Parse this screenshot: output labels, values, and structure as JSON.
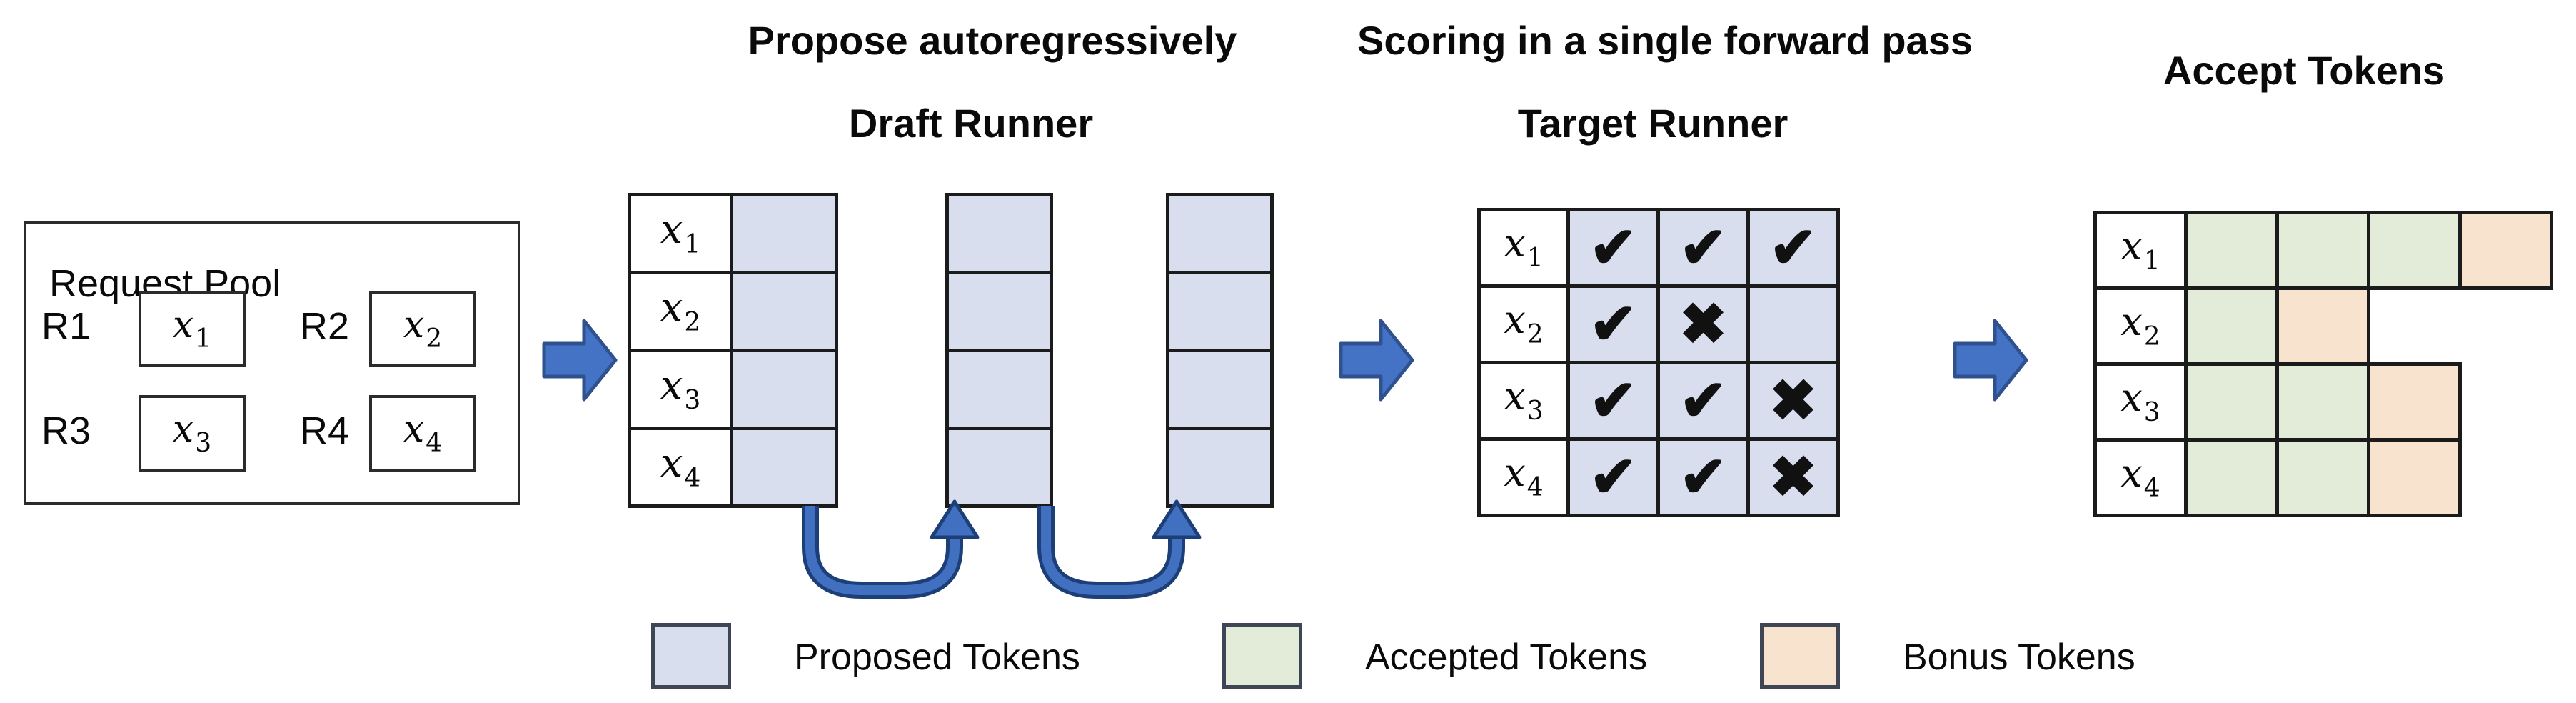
{
  "titles": {
    "propose": "Propose autoregressively",
    "draft_runner": "Draft Runner",
    "scoring": "Scoring in a single forward pass",
    "target_runner": "Target Runner",
    "accept": "Accept Tokens"
  },
  "request_pool": {
    "title": "Request Pool",
    "requests": [
      {
        "id": "R1",
        "token": {
          "base": "x",
          "sub": "1"
        }
      },
      {
        "id": "R2",
        "token": {
          "base": "x",
          "sub": "2"
        }
      },
      {
        "id": "R3",
        "token": {
          "base": "x",
          "sub": "3"
        }
      },
      {
        "id": "R4",
        "token": {
          "base": "x",
          "sub": "4"
        }
      }
    ]
  },
  "draft": {
    "row_tokens": [
      {
        "base": "x",
        "sub": "1"
      },
      {
        "base": "x",
        "sub": "2"
      },
      {
        "base": "x",
        "sub": "3"
      },
      {
        "base": "x",
        "sub": "4"
      }
    ],
    "proposed_columns_per_step": 1,
    "autoregressive_steps": 3
  },
  "target": {
    "row_tokens": [
      {
        "base": "x",
        "sub": "1"
      },
      {
        "base": "x",
        "sub": "2"
      },
      {
        "base": "x",
        "sub": "3"
      },
      {
        "base": "x",
        "sub": "4"
      }
    ],
    "marks": [
      [
        "check",
        "check",
        "check"
      ],
      [
        "check",
        "cross",
        "blank"
      ],
      [
        "check",
        "check",
        "cross"
      ],
      [
        "check",
        "check",
        "cross"
      ]
    ]
  },
  "accept": {
    "row_tokens": [
      {
        "base": "x",
        "sub": "1"
      },
      {
        "base": "x",
        "sub": "2"
      },
      {
        "base": "x",
        "sub": "3"
      },
      {
        "base": "x",
        "sub": "4"
      }
    ],
    "cells": [
      [
        "accepted",
        "accepted",
        "accepted",
        "bonus"
      ],
      [
        "accepted",
        "bonus"
      ],
      [
        "accepted",
        "accepted",
        "bonus"
      ],
      [
        "accepted",
        "accepted",
        "bonus"
      ]
    ]
  },
  "legend": [
    {
      "label": "Proposed Tokens",
      "type": "proposed",
      "color": "#D8DEEE"
    },
    {
      "label": "Accepted Tokens",
      "type": "accepted",
      "color": "#E3ECD9"
    },
    {
      "label": "Bonus Tokens",
      "type": "bonus",
      "color": "#F7E3CE"
    }
  ],
  "glyphs": {
    "check": "✔",
    "cross": "✖",
    "blank": ""
  },
  "colors": {
    "proposed": "#D8DEEE",
    "accepted": "#E3ECD9",
    "bonus": "#F7E3CE",
    "flow_arrow_fill": "#4472C4",
    "flow_arrow_border": "#2F528F",
    "loop_arrow_fill": "#4170C0",
    "loop_arrow_border": "#1D3F77",
    "table_border": "#1B1B1B"
  }
}
